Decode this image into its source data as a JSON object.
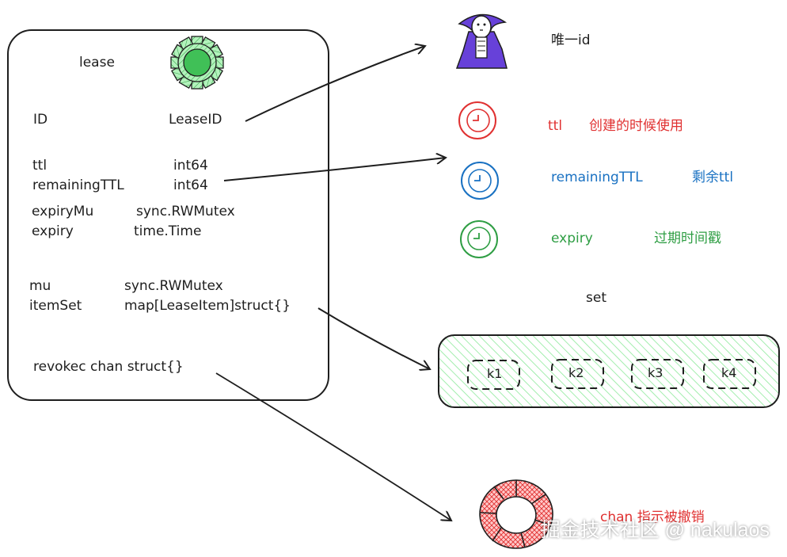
{
  "lease": {
    "title": "lease",
    "fields": [
      {
        "name": "ID",
        "type": "LeaseID"
      },
      {
        "name": "ttl",
        "type": "int64"
      },
      {
        "name": "remainingTTL",
        "type": "int64"
      },
      {
        "name": "expiryMu",
        "type": "sync.RWMutex"
      },
      {
        "name": "expiry",
        "type": "time.Time"
      },
      {
        "name": "mu",
        "type": "sync.RWMutex"
      },
      {
        "name": "itemSet",
        "type": "map[LeaseItem]struct{}"
      }
    ],
    "revoke_line": "revokec chan struct{}"
  },
  "notes": {
    "unique_id": "唯一id",
    "ttl_label": "ttl",
    "ttl_desc": "创建的时候使用",
    "remaining_label": "remainingTTL",
    "remaining_desc": "剩余ttl",
    "expiry_label": "expiry",
    "expiry_desc": "过期时间戳",
    "set_label": "set",
    "chan_desc": "chan 指示被撤销"
  },
  "set_keys": [
    "k1",
    "k2",
    "k3",
    "k4"
  ],
  "watermark": "掘金技术社区 @ nakulaos",
  "colors": {
    "ink": "#1e1e1e",
    "red": "#e03131",
    "blue": "#1971c2",
    "green": "#2f9e44",
    "purple": "#6741d9",
    "set_fill": "#b2f2bb",
    "gear_fill": "#40c057"
  },
  "icons": [
    "gear-icon",
    "wizard-icon",
    "clock-icon",
    "ring-icon"
  ]
}
